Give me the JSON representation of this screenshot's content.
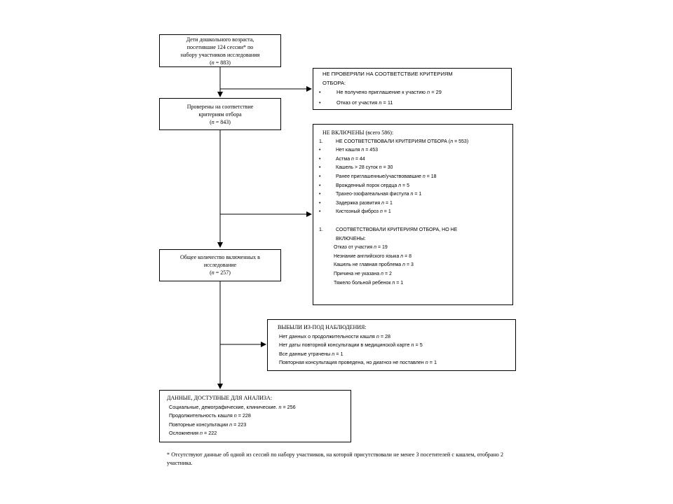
{
  "boxes": {
    "start": {
      "lines": [
        "Дети дошкольного возраста,",
        "посетившие  124 сессии*  по",
        "набору участников исследования"
      ],
      "n_label": "n",
      "n_value": " = 883)"
    },
    "not_checked": {
      "title_1": "НЕ ПРОВЕРЯЛИ НА СООТВЕТСТВИЕ КРИТЕРИЯМ",
      "title_2": "ОТБОРА:",
      "items": [
        {
          "bullet": "•",
          "text": "Не получено приглашение к участию ",
          "n": "n",
          "value": " = 29"
        },
        {
          "bullet": "•",
          "text": "Отказ от участия ",
          "n": "n",
          "value": " = 11"
        }
      ]
    },
    "checked": {
      "lines": [
        "Проверены на соответствие",
        "критериям отбора"
      ],
      "n_label": "n",
      "n_value": " = 843)"
    },
    "not_included": {
      "title": "НЕ ВКЛЮЧЕНЫ (всего 586):",
      "group1_num": "1.",
      "group1_title": "НЕ СООТВЕТСТВОВАЛИ КРИТЕРИЯМ ОТБОРА (",
      "group1_n": "n",
      "group1_value": " = 553)",
      "group1_items": [
        {
          "bullet": "•",
          "text": "Нет кашля ",
          "n": "n",
          "value": " = 453"
        },
        {
          "bullet": "•",
          "text": "Астма ",
          "n": "n",
          "value": " = 44"
        },
        {
          "bullet": "•",
          "text": "Кашель > 28 суток ",
          "n": "n",
          "value": " = 30"
        },
        {
          "bullet": "•",
          "text": "Ранее приглашенные/участвовавшие ",
          "n": "n",
          "value": " = 18"
        },
        {
          "bullet": "•",
          "text": "Врожденный порок  сердца ",
          "n": "n",
          "value": " = 5"
        },
        {
          "bullet": "•",
          "text": "Трахео-эзофагеальная  фистула ",
          "n": "n",
          "value": " = 1"
        },
        {
          "bullet": "•",
          "text": "Задержка развития ",
          "n": "n",
          "value": " = 1"
        },
        {
          "bullet": "•",
          "text": "Кистозный  фиброз  ",
          "n": "n",
          "value": " = 1"
        }
      ],
      "group2_num": "1.",
      "group2_title_1": "СООТВЕТСТВОВАЛИ КРИТЕРИЯМ ОТБОРА, НО НЕ",
      "group2_title_2": "ВКЛЮЧЕНЫ:",
      "group2_items": [
        {
          "text": "Отказ от участия ",
          "n": "n",
          "value": " = 19"
        },
        {
          "text": "Незнание английского  языка ",
          "n": "n",
          "value": " = 8"
        },
        {
          "text": "Кашель не главная проблема  ",
          "n": "n",
          "value": " = 3"
        },
        {
          "text": "Причина не указана ",
          "n": "n",
          "value": " = 2"
        },
        {
          "text": "Тяжело больной  ребенок  ",
          "n": "n",
          "value": "  = 1"
        }
      ]
    },
    "included": {
      "lines": [
        "Общее количество  включенных в",
        "исследование"
      ],
      "n_label": "n",
      "n_value": " = 257)"
    },
    "dropped": {
      "title": "ВЫБЫЛИ ИЗ-ПОД НАБЛЮДЕНИЯ:",
      "items": [
        {
          "text": "Нет данных о продолжительности  кашля ",
          "n": "n",
          "value": " = 28"
        },
        {
          "text": "Нет даты повторной  консультации в медицинской карте ",
          "n": "n",
          "value": " = 5"
        },
        {
          "text": "Все данные утрачены ",
          "n": "n",
          "value": " = 1"
        },
        {
          "text": "Повторная консультация проведена, но диагноз  не поставлен ",
          "n": "n",
          "value": " = 1"
        }
      ]
    },
    "analysis": {
      "title": "ДАННЫЕ, ДОСТУПНЫЕ ДЛЯ АНАЛИЗА:",
      "items": [
        {
          "text": "Социальные, демографические, клинические.  ",
          "n": "n",
          "value": " = 256"
        },
        {
          "text": "Продолжительность кашля ",
          "n": "n",
          "value": " = 228"
        },
        {
          "text": "Повторные консультации ",
          "n": "n",
          "value": " = 223"
        },
        {
          "text": "Осложнения ",
          "n": "n",
          "value": " = 222"
        }
      ]
    }
  },
  "footnote": "* Отсутствуют данные об одной из сессий по набору участников, на которой присутствовали не менее 3 посетителей  с кашлем, отобрано 2 участника.",
  "open_paren": "("
}
